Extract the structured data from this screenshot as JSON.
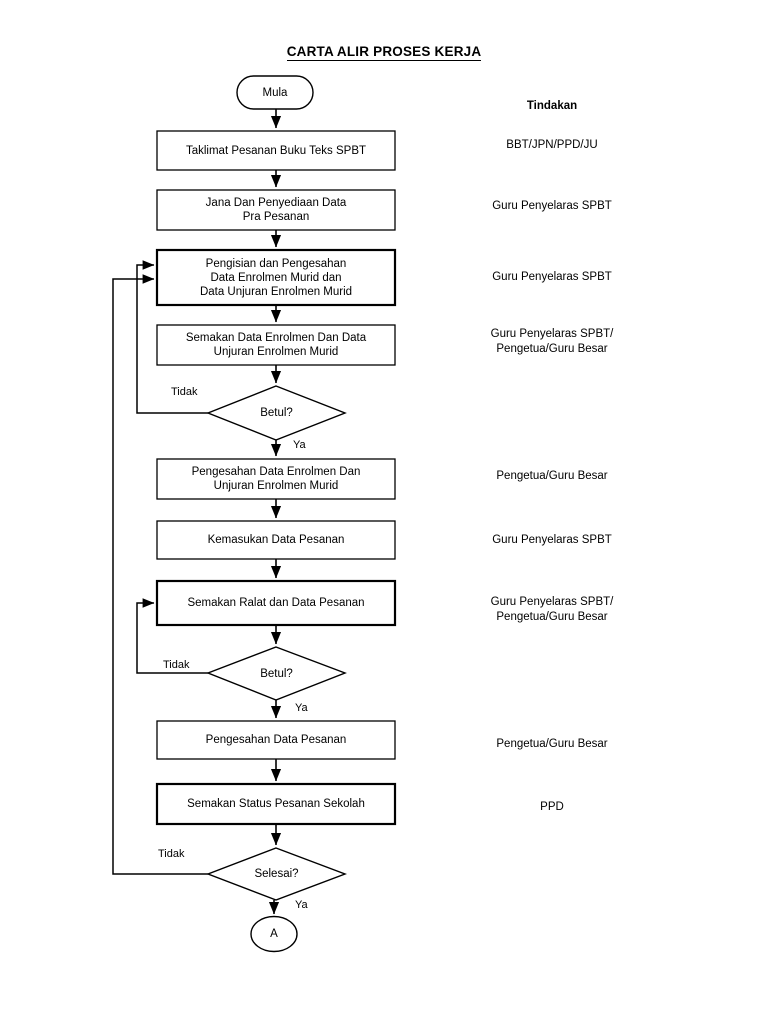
{
  "document": {
    "title": "CARTA ALIR PROSES KERJA"
  },
  "columns": {
    "action_header": "Tindakan"
  },
  "flow": {
    "start": {
      "label": "Mula",
      "shape": "rounded-terminator"
    },
    "steps": [
      {
        "id": "taklimat",
        "label": "Taklimat Pesanan Buku Teks SPBT",
        "shape": "process",
        "emphasis": false,
        "action": "BBT/JPN/PPD/JU"
      },
      {
        "id": "jana",
        "label": "Jana Dan Penyediaan Data\nPra Pesanan",
        "shape": "process",
        "emphasis": false,
        "action": "Guru Penyelaras SPBT"
      },
      {
        "id": "pengisian",
        "label": "Pengisian dan Pengesahan\nData Enrolmen Murid dan\nData Unjuran Enrolmen Murid",
        "shape": "process",
        "emphasis": true,
        "action": "Guru Penyelaras SPBT"
      },
      {
        "id": "semakan-data-enrolmen",
        "label": "Semakan Data Enrolmen Dan Data\nUnjuran Enrolmen Murid",
        "shape": "process",
        "emphasis": false,
        "action": "Guru Penyelaras SPBT/\nPengetua/Guru Besar"
      },
      {
        "id": "betul-1",
        "label": "Betul?",
        "shape": "decision",
        "emphasis": false,
        "action": "",
        "yes_label": "Ya",
        "no_label": "Tidak"
      },
      {
        "id": "pengesahan-enrolmen",
        "label": "Pengesahan Data Enrolmen Dan\nUnjuran Enrolmen Murid",
        "shape": "process",
        "emphasis": false,
        "action": "Pengetua/Guru Besar"
      },
      {
        "id": "kemasukan",
        "label": "Kemasukan Data Pesanan",
        "shape": "process",
        "emphasis": false,
        "action": "Guru Penyelaras SPBT"
      },
      {
        "id": "semakan-ralat",
        "label": "Semakan Ralat dan Data Pesanan",
        "shape": "process",
        "emphasis": true,
        "action": "Guru Penyelaras SPBT/\nPengetua/Guru Besar"
      },
      {
        "id": "betul-2",
        "label": "Betul?",
        "shape": "decision",
        "emphasis": false,
        "action": "",
        "yes_label": "Ya",
        "no_label": "Tidak"
      },
      {
        "id": "pengesahan-pesanan",
        "label": "Pengesahan Data Pesanan",
        "shape": "process",
        "emphasis": false,
        "action": "Pengetua/Guru Besar"
      },
      {
        "id": "semakan-status",
        "label": "Semakan Status Pesanan Sekolah",
        "shape": "process",
        "emphasis": true,
        "action": "PPD"
      },
      {
        "id": "selesai",
        "label": "Selesai?",
        "shape": "decision",
        "emphasis": false,
        "action": "",
        "yes_label": "Ya",
        "no_label": "Tidak"
      }
    ],
    "connector": {
      "label": "A",
      "shape": "off-page-connector"
    }
  },
  "colors": {
    "stroke": "#000000",
    "fill": "#ffffff",
    "text": "#000000"
  }
}
